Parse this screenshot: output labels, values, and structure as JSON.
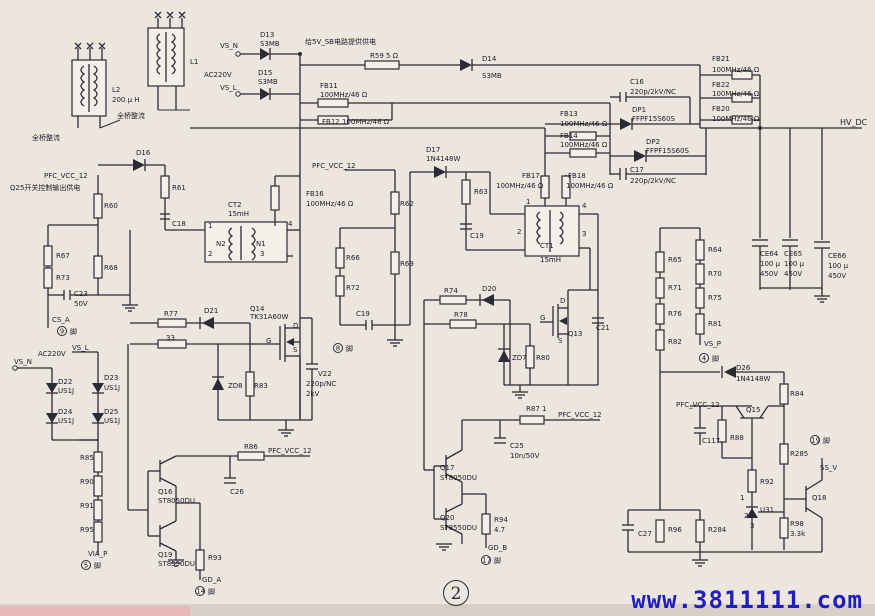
{
  "labels": {
    "vs_n_top": "VS_N",
    "vs_l_top": "VS_L",
    "ac220v_top": "AC220V",
    "d13": "D13",
    "d13_part": "S3MB",
    "d15": "D15",
    "d15_part": "S3MB",
    "sb_supply": "给5V_SB电路提供供电",
    "r59": "R59 5 Ω",
    "d14": "D14",
    "d14_part": "S3MB",
    "l2": "L2",
    "l2_value": "200 μ H",
    "l1": "L1",
    "bridge_rect_1": "全桥整流",
    "bridge_rect_2": "全桥整流",
    "fb11": "FB11",
    "fb11_value": "100MHz/46 Ω",
    "fb12": "FB12 100MHz/46 Ω",
    "fb21": "FB21",
    "fb21_value": "100MHz/46 Ω",
    "fb22": "FB22",
    "fb22_value": "100MHz/46 Ω",
    "fb20": "FB20",
    "fb20_value": "100MHz/46 Ω",
    "c16": "C16",
    "c16_value": "220p/2kV/NC",
    "dp1": "DP1",
    "dp1_part": "FFPF15S60S",
    "fb13": "FB13",
    "fb13_value": "100MHz/46 Ω",
    "fb14": "FB14",
    "fb14_value": "100MHz/46 Ω",
    "dp2": "DP2",
    "dp2_part": "FFPF15S60S",
    "c17": "C17",
    "c17_value": "220p/2kV/NC",
    "hv_dc": "HV_DC",
    "d16": "D16",
    "pfc_vcc_12_a": "PFC_VCC_12",
    "q25_note": "Q25开关控制输出供电",
    "r60": "R60",
    "r61": "R61",
    "ct2": "CT2",
    "ct2_value": "15mH",
    "c18": "C18",
    "n2": "N2",
    "n1": "N1",
    "pin2_ct2": "2",
    "pin3_ct2": "3",
    "pin1_ct2": "1",
    "pin4_ct2": "4",
    "fb16": "FB16",
    "fb16_value": "100MHz/46 Ω",
    "r67": "R67",
    "r73": "R73",
    "r68": "R68",
    "c23": "C23",
    "c23_value": "50V",
    "cs_a": "CS_A",
    "pin9": "9",
    "pin9_suffix": "脚",
    "r77": "R77",
    "d21": "D21",
    "q14": "Q14",
    "q14_part": "TK31A60W",
    "r_33": "33",
    "g_q14": "G",
    "d_q14": "D",
    "s_q14": "S",
    "zd8": "ZD8",
    "r83": "R83",
    "v22": "V22",
    "v22_value": "220p/NC",
    "v22_rating": "2kV",
    "pin8": "8",
    "pin8_suffix": "脚",
    "pfc_vcc_12_b": "PFC_VCC_12",
    "r62": "R62",
    "r66": "R66",
    "r72": "R72",
    "r69": "R69",
    "c19a": "C19",
    "d17": "D17",
    "d17_part": "1N4148W",
    "r63": "R63",
    "c19b": "C19",
    "fb17": "FB17",
    "fb17_value": "100MHz/46 Ω",
    "fb18": "FB18",
    "fb18_value": "100MHz/46 Ω",
    "ct1": "CT1",
    "ct1_value": "15mH",
    "pin1_ct1": "1",
    "pin2_ct1": "2",
    "pin3_ct1": "3",
    "pin4_ct1": "4",
    "r74": "R74",
    "d20": "D20",
    "r78": "R78",
    "g_q13": "G",
    "d_q13": "D",
    "s_q13": "S",
    "q13": "Q13",
    "c21": "C21",
    "zd7": "ZD7",
    "r80": "R80",
    "ce64": "CE64",
    "ce64_value": "100 μ",
    "ce64_rating": "450V",
    "ce65": "CE65",
    "ce65_value": "100 μ",
    "ce65_rating": "450V",
    "ce66": "CE66",
    "ce66_value": "100 μ",
    "ce66_rating": "450V",
    "r64": "R64",
    "r70": "R70",
    "r75": "R75",
    "r81": "R81",
    "vs_p": "VS_P",
    "pin4": "4",
    "pin4_suffix": "脚",
    "r65": "R65",
    "r71": "R71",
    "r76": "R76",
    "r82": "R82",
    "vs_n_left": "VS_N",
    "ac220v_left": "AC220V",
    "vs_l_left": "VS_L",
    "d22": "D22",
    "d22_part": "US1J",
    "d23": "D23",
    "d23_part": "US1J",
    "d24": "D24",
    "d24_part": "US1J",
    "d25": "D25",
    "d25_part": "US1J",
    "r85": "R85",
    "r90": "R90",
    "r91": "R91",
    "r95": "R95",
    "vi_a_p": "VIA_P",
    "pin5": "5",
    "pin5_suffix": "脚",
    "q16": "Q16",
    "q16_part": "ST8050DU",
    "q19": "Q19",
    "q19_part": "ST8550DU",
    "r86": "R86",
    "pfc_vcc_12_c": "PFC_VCC_12",
    "c26": "C26",
    "r93": "R93",
    "gd_a": "GD_A",
    "pin14": "14",
    "pin14_suffix": "脚",
    "r87": "R87 1",
    "pfc_vcc_12_d": "PFC_VCC_12",
    "c25": "C25",
    "c25_value": "10n/50V",
    "q17": "Q17",
    "q17_part": "ST8050DU",
    "q20": "Q20",
    "q20_part": "ST8550DU",
    "r94": "R94",
    "r94_value": "4.7",
    "gd_b": "GD_B",
    "pin17": "17",
    "pin17_suffix": "脚",
    "d26": "D26",
    "d26_part": "1N4148W",
    "pfc_vcc_12_e": "PFC_VCC_12",
    "q15": "Q15",
    "c117": "C117",
    "r88": "R88",
    "r84": "R84",
    "pin19": "19",
    "pin19_suffix": "脚",
    "ss_v": "SS_V",
    "r285": "R285",
    "r92": "R92",
    "q18": "Q18",
    "c27": "C27",
    "r96": "R96",
    "r284": "R284",
    "u31": "U31",
    "u31_pin1": "1",
    "u31_pin2": "2",
    "u31_pin3": "3",
    "r98": "R98",
    "r98_value": "3.3k"
  },
  "page_number": "2",
  "watermark": "www.3811111.com"
}
